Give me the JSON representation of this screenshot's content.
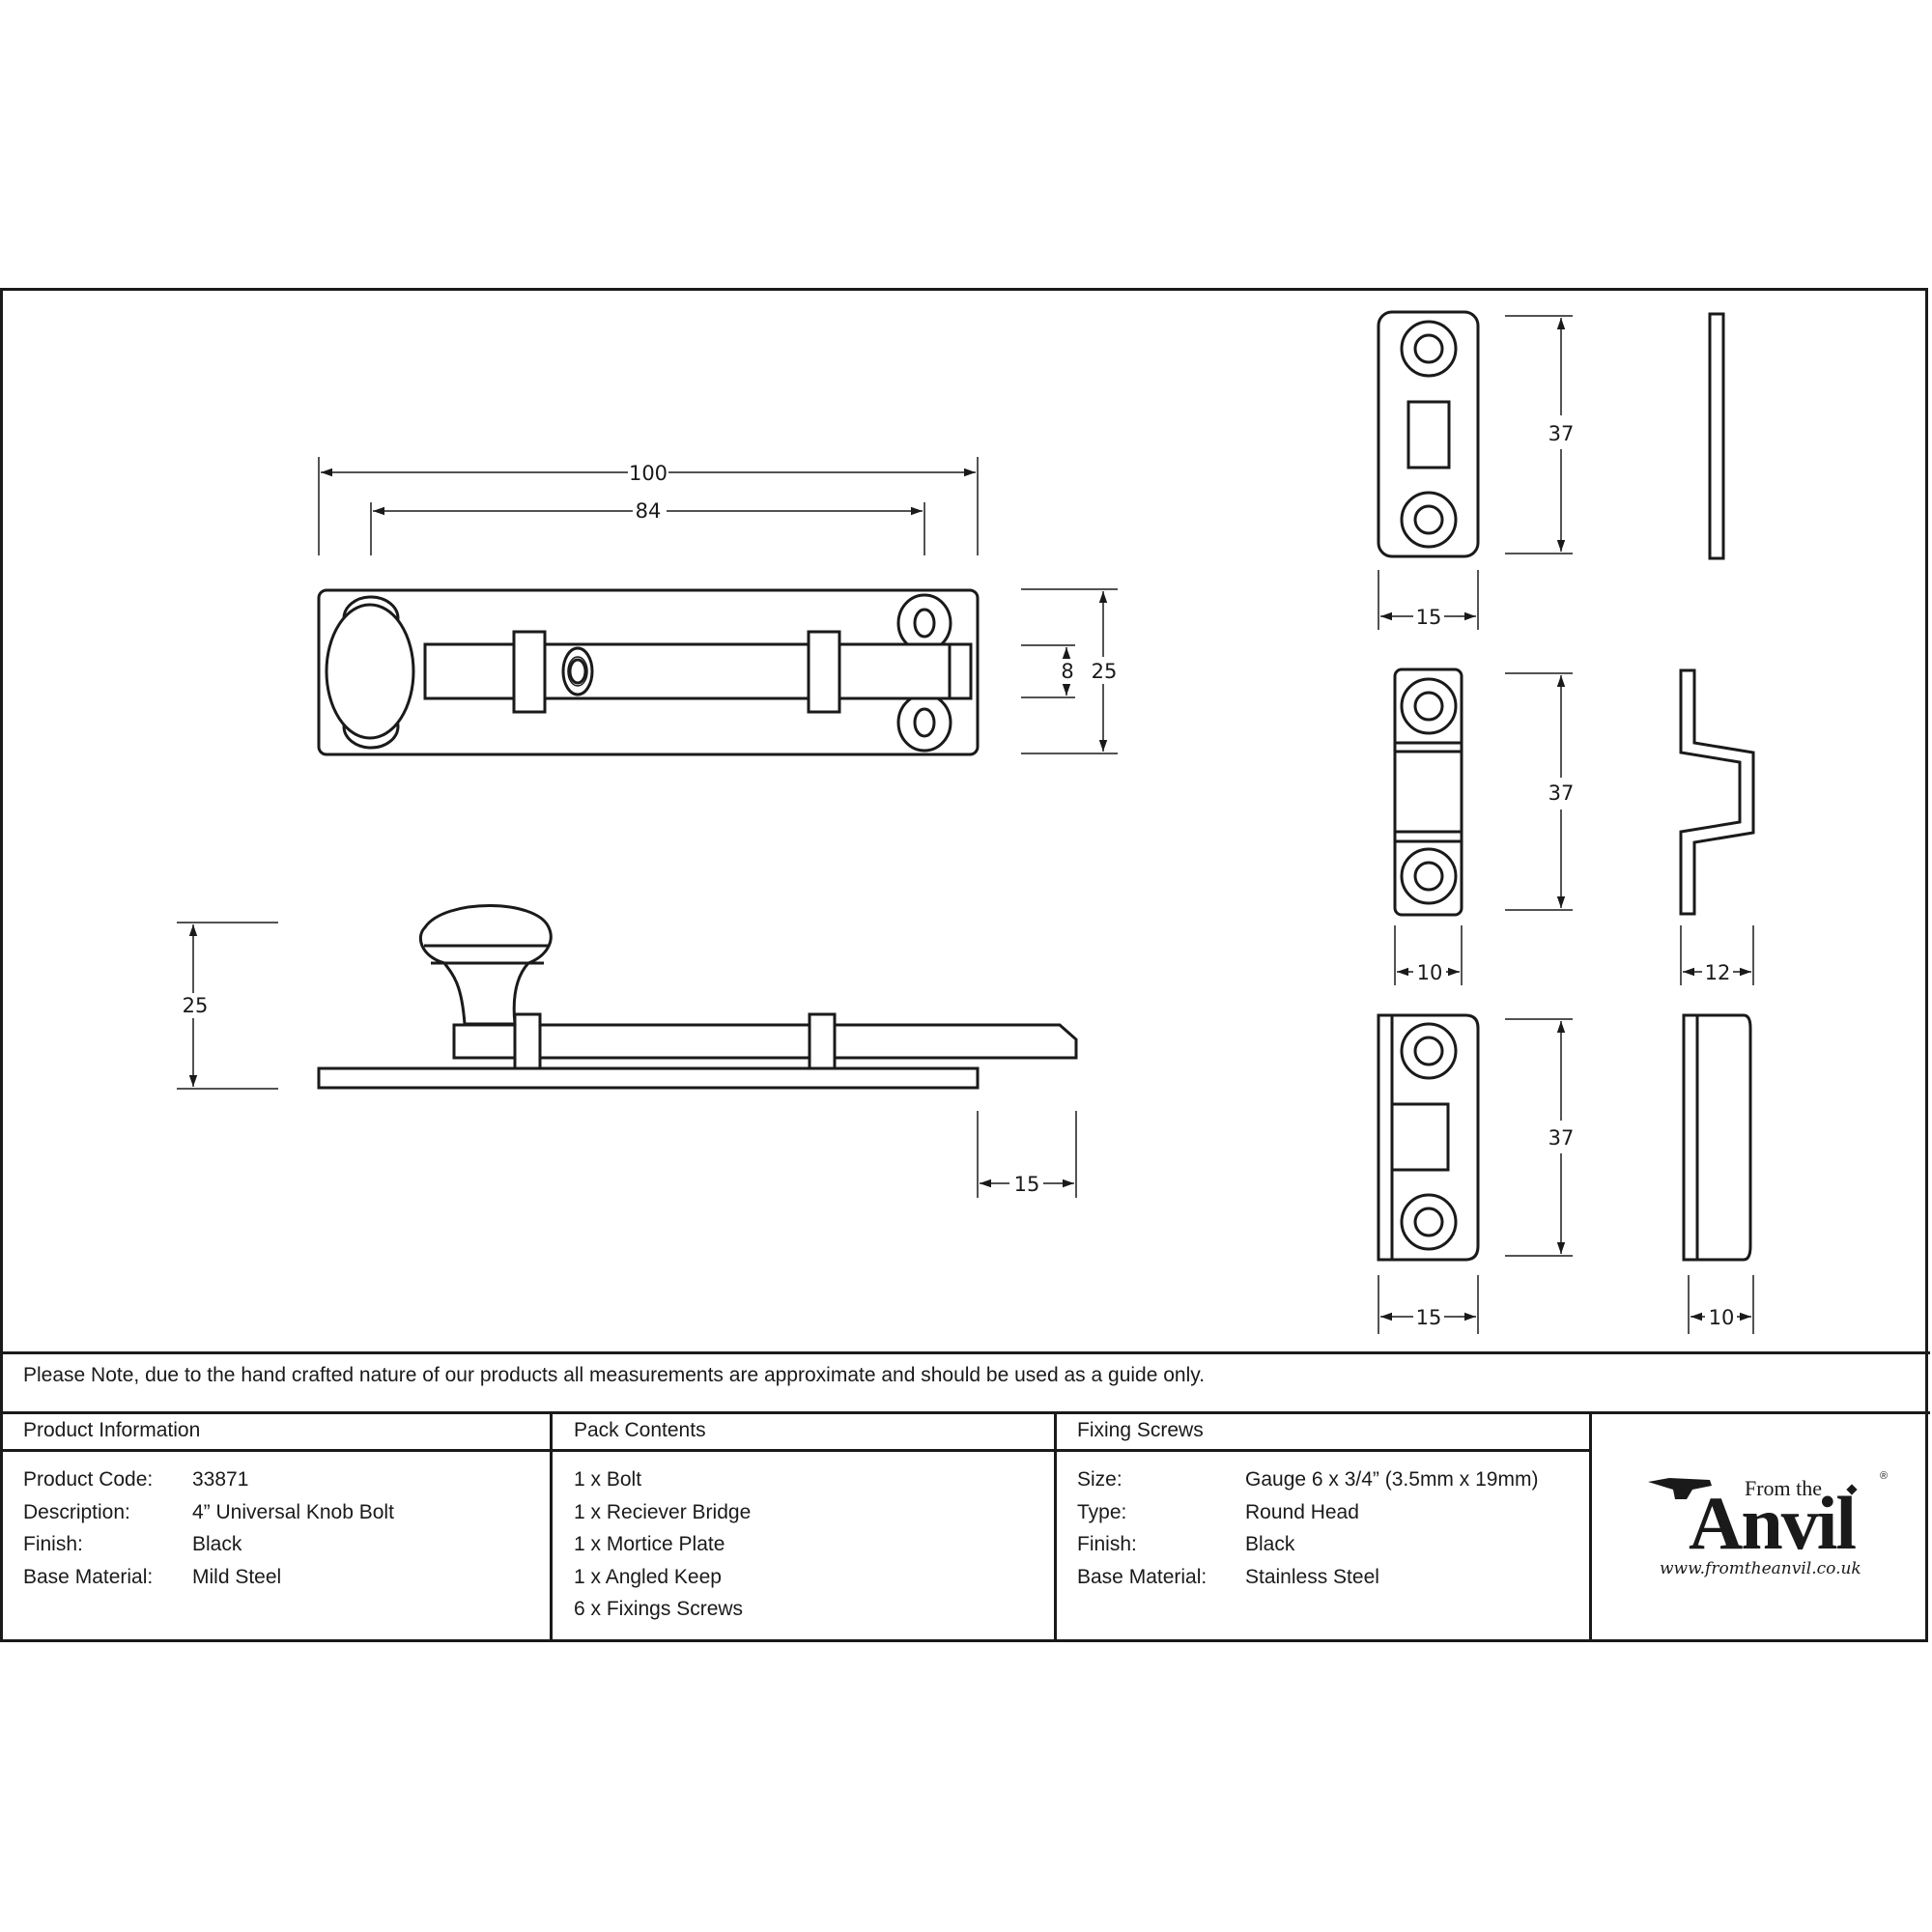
{
  "drawing": {
    "front_view": {
      "overall_length": "100",
      "fixing_centres": "84",
      "bolt_height": "8",
      "plate_height": "25"
    },
    "side_view": {
      "overall_height": "25",
      "bolt_projection": "15"
    },
    "receiver_plate": {
      "height": "37",
      "width": "15"
    },
    "receiver_bridge": {
      "height": "37",
      "width": "10",
      "depth": "12"
    },
    "angled_keep": {
      "height": "37",
      "width": "15",
      "depth": "10"
    },
    "units": "mm"
  },
  "note": "Please Note, due to the hand crafted nature of our products all measurements are approximate and should be used as a guide only.",
  "product_information": {
    "heading": "Product Information",
    "rows": [
      {
        "label": "Product Code:",
        "value": "33871"
      },
      {
        "label": "Description:",
        "value": "4” Universal Knob Bolt"
      },
      {
        "label": "Finish:",
        "value": "Black"
      },
      {
        "label": "Base Material:",
        "value": "Mild Steel"
      }
    ]
  },
  "pack_contents": {
    "heading": "Pack Contents",
    "items": [
      "1 x Bolt",
      "1 x Reciever Bridge",
      "1 x Mortice Plate",
      "1 x Angled Keep",
      "6 x Fixings Screws"
    ]
  },
  "fixing_screws": {
    "heading": "Fixing Screws",
    "rows": [
      {
        "label": "Size:",
        "value": "Gauge 6 x 3/4” (3.5mm x 19mm)"
      },
      {
        "label": "Type:",
        "value": "Round Head"
      },
      {
        "label": "Finish:",
        "value": "Black"
      },
      {
        "label": "Base Material:",
        "value": "Stainless Steel"
      }
    ]
  },
  "logo": {
    "from_the": "From the",
    "brand": "Anvil",
    "registered": "®",
    "url": "www.fromtheanvil.co.uk"
  }
}
